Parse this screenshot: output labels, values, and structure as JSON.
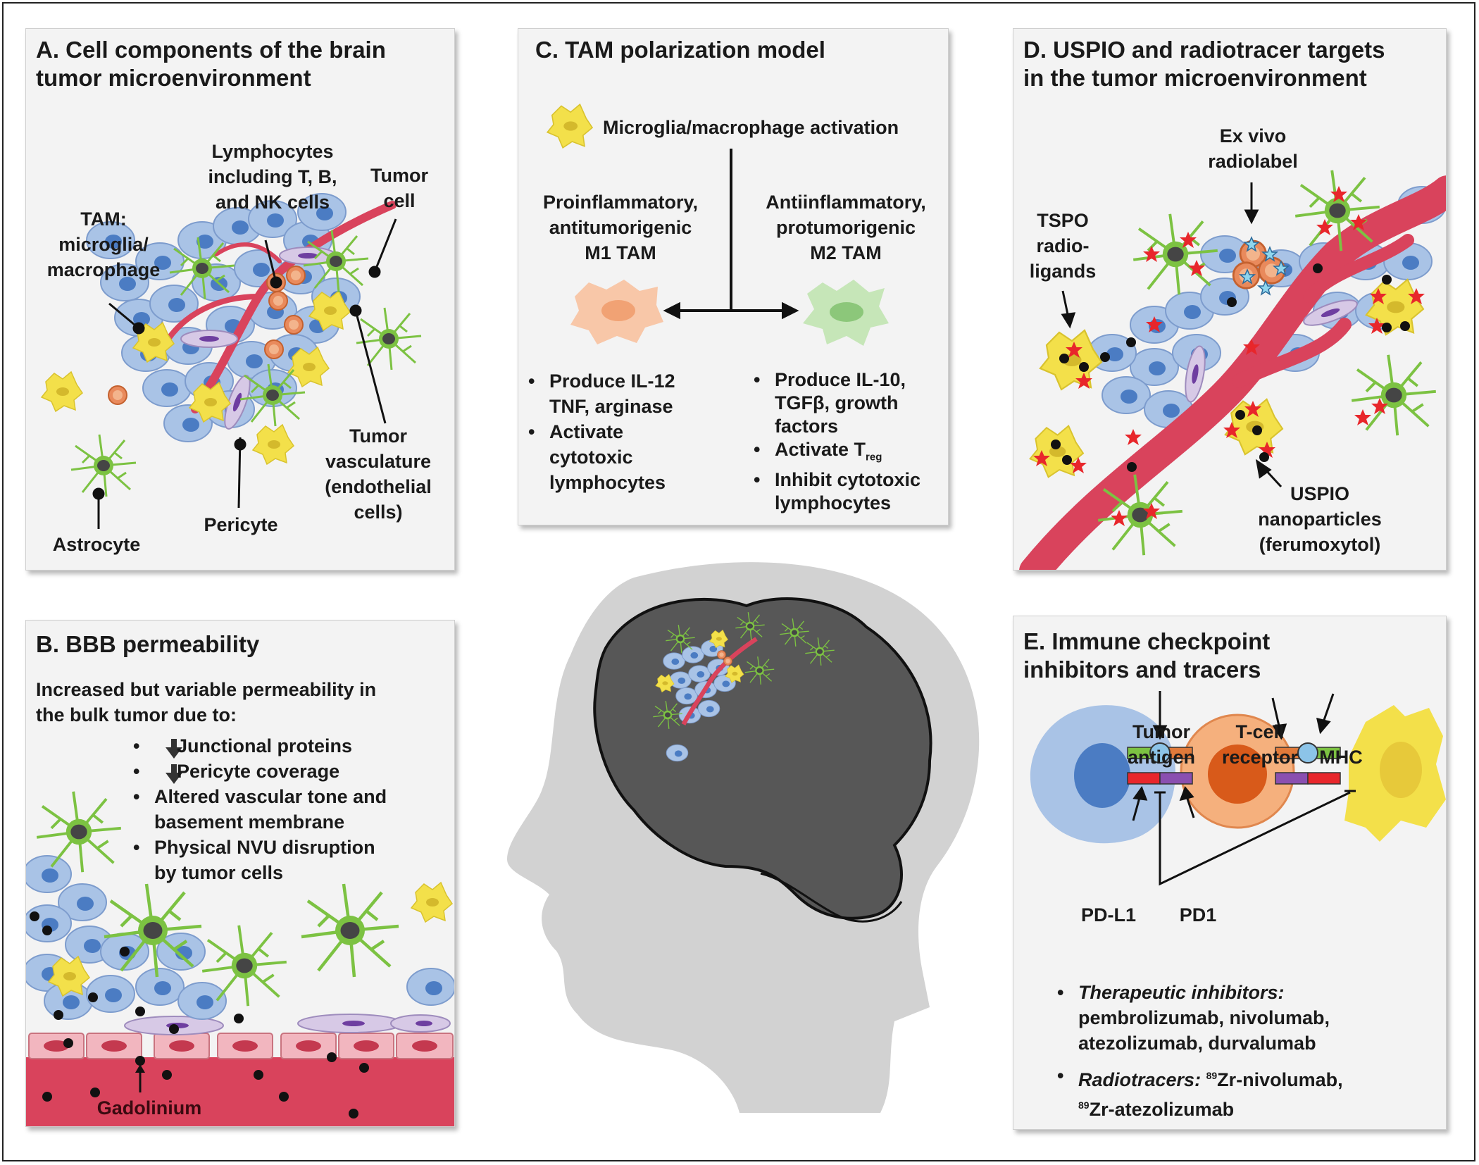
{
  "panels": {
    "a": {
      "title_line1": "A. Cell components of the brain",
      "title_line2": "tumor microenvironment",
      "lymph_1": "Lymphocytes",
      "lymph_2": "including T, B,",
      "lymph_3": "and NK cells",
      "tumorcell_1": "Tumor",
      "tumorcell_2": "cell",
      "tam_1": "TAM:",
      "tam_2": "microglia/",
      "tam_3": "macrophage",
      "vasc_1": "Tumor",
      "vasc_2": "vasculature",
      "vasc_3": "(endothelial",
      "vasc_4": "cells)",
      "pericyte": "Pericyte",
      "astrocyte": "Astrocyte"
    },
    "b": {
      "title": "B. BBB permeability",
      "intro_1": "Increased but variable permeability in",
      "intro_2": "the bulk tumor due to:",
      "b1": "Junctional proteins",
      "b2": "Pericyte coverage",
      "b3_1": "Altered vascular tone and",
      "b3_2": "basement membrane",
      "b4_1": "Physical NVU disruption",
      "b4_2": "by tumor cells",
      "gadolinium": "Gadolinium"
    },
    "c": {
      "title": "C. TAM polarization model",
      "activation": "Microglia/macrophage activation",
      "m1_1": "Proinflammatory,",
      "m1_2": "antitumorigenic",
      "m1_3": "M1 TAM",
      "m2_1": "Antiinflammatory,",
      "m2_2": "protumorigenic",
      "m2_3": "M2 TAM",
      "m1_b1_1": "Produce IL-12",
      "m1_b1_2": "TNF, arginase",
      "m1_b2_1": "Activate",
      "m1_b2_2": "cytotoxic",
      "m1_b2_3": "lymphocytes",
      "m2_b1_1": "Produce IL-10,",
      "m2_b1_2": "TGFβ, growth",
      "m2_b1_3": "factors",
      "m2_b2": "Activate T",
      "m2_b2_sub": "reg",
      "m2_b3_1": "Inhibit cytotoxic",
      "m2_b3_2": "lymphocytes"
    },
    "d": {
      "title_line1": "D. USPIO and radiotracer targets",
      "title_line2": "in the tumor microenvironment",
      "exvivo_1": "Ex vivo",
      "exvivo_2": "radiolabel",
      "tspo_1": "TSPO",
      "tspo_2": "radio-",
      "tspo_3": "ligands",
      "uspio_1": "USPIO",
      "uspio_2": "nanoparticles",
      "uspio_3": "(ferumoxytol)"
    },
    "e": {
      "title_line1": "E. Immune checkpoint",
      "title_line2": "inhibitors and tracers",
      "antigen_1": "Tumor",
      "antigen_2": "antigen",
      "tcr_1": "T-cell",
      "tcr_2": "receptor",
      "mhc": "MHC",
      "pdl1": "PD-L1",
      "pd1": "PD1",
      "ther_label": "Therapeutic inhibitors:",
      "ther_1": "pembrolizumab, nivolumab,",
      "ther_2": "atezolizumab, durvalumab",
      "radio_label": "Radiotracers:",
      "radio_iso": "89",
      "radio_1": "Zr-nivolumab,",
      "radio_iso2": "89",
      "radio_2": "Zr-atezolizumab"
    }
  },
  "colors": {
    "tumor_cell": "#a9c3e6",
    "tumor_nucleus": "#4b7cc3",
    "vessel": "#d9435c",
    "tam": "#f3e04a",
    "astrocyte": "#7cc242",
    "lymphocyte": "#e98a5c",
    "pericyte": "#d7c9e6",
    "m1": "#f8c7a8",
    "m2": "#c6e6b8",
    "brain": "#575757",
    "head": "#d2d2d2"
  },
  "icons": [
    "arrow-down-icon",
    "star-icon",
    "radiolabel-star-icon",
    "bullet-dot-icon"
  ]
}
